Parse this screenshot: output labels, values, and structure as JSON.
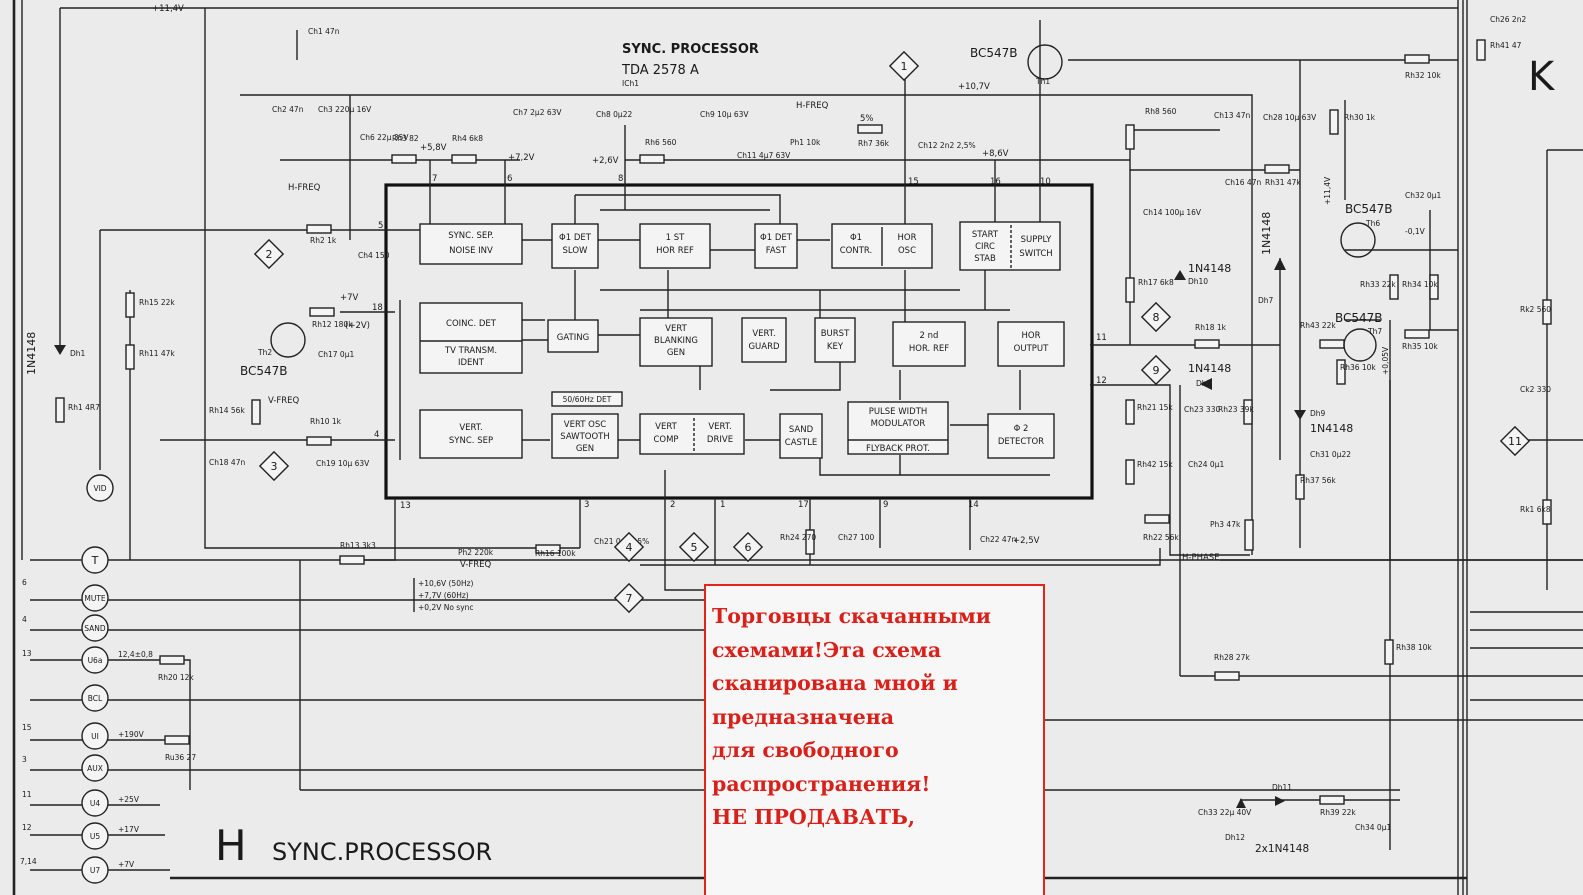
{
  "title": {
    "line1": "SYNC. PROCESSOR",
    "line2": "TDA 2578 A",
    "ic_ref": "ICh1"
  },
  "sheet": {
    "letter": "H",
    "name": "SYNC.PROCESSOR",
    "right_letter": "K"
  },
  "blocks": [
    [
      "SYNC. SEP.",
      "NOISE INV"
    ],
    [
      "Φ1 DET",
      "SLOW"
    ],
    [
      "1 ST",
      "HOR REF"
    ],
    [
      "Φ1 DET",
      "FAST"
    ],
    [
      "Φ1",
      "CONTR."
    ],
    [
      "HOR",
      "OSC"
    ],
    [
      "START",
      "CIRC",
      "STAB"
    ],
    [
      "SUPPLY",
      "SWITCH"
    ],
    [
      "COINC. DET",
      "TV TRANSM.",
      "IDENT"
    ],
    [
      "GATING"
    ],
    [
      "VERT",
      "BLANKING",
      "GEN"
    ],
    [
      "VERT.",
      "GUARD"
    ],
    [
      "BURST",
      "KEY"
    ],
    [
      "2 nd",
      "HOR. REF"
    ],
    [
      "HOR",
      "OUTPUT"
    ],
    [
      "50/60Hz DET"
    ],
    [
      "VERT.",
      "SYNC. SEP"
    ],
    [
      "VERT OSC",
      "SAWTOOTH",
      "GEN"
    ],
    [
      "VERT",
      "COMP"
    ],
    [
      "VERT.",
      "DRIVE"
    ],
    [
      "SAND",
      "CASTLE"
    ],
    [
      "PULSE WIDTH",
      "MODULATOR",
      "FLYBACK PROT."
    ],
    [
      "Φ 2",
      "DETECTOR"
    ]
  ],
  "pins": [
    "5",
    "7",
    "6",
    "8",
    "15",
    "16",
    "10",
    "18",
    "4",
    "13",
    "3",
    "2",
    "1",
    "17",
    "9",
    "14",
    "11",
    "12"
  ],
  "voltages": [
    "+11,4V",
    "+5,8V",
    "+7,2V",
    "+2,6V",
    "+8,6V",
    "+10,7V",
    "+7V",
    "(+2V)",
    "+2,5V",
    "-0,1V",
    "+0,05V",
    "+11,4V"
  ],
  "components": [
    "Ch1 47n",
    "Ch2 47n",
    "Ch3 220µ 16V",
    "Ch6 22µ 35V",
    "Rh3 82",
    "Rh4 6k8",
    "Ch7 2µ2 63V",
    "Ch8 0µ22",
    "Ch9 10µ 63V",
    "Rh6 560",
    "Ch11 4µ7 63V",
    "Ph1 10k",
    "Rh7 36k",
    "Ch12 2n2 2,5%",
    "Rh2 1k",
    "Ch4 150",
    "Rh15 22k",
    "Rh11 47k",
    "Rh12 180k",
    "Ch17 0µ1",
    "Rh1 4R7",
    "Rh14 56k",
    "Rh10 1k",
    "Ch18 47n",
    "Ch19 10µ 63V",
    "Rh13 3k3",
    "Ph2 220k",
    "Rh16 100k",
    "Ch21 0µ68 5%",
    "Rh24 270",
    "Ch27 100",
    "Ch22 47n",
    "Rh8 560",
    "Ch13 47n",
    "Ch14 100µ 16V",
    "Ch16 47n",
    "Rh31 47k",
    "Ch28 10µ 63V",
    "Rh32 10k",
    "Rh30 1k",
    "Ch32 0µ1",
    "Rh17 6k8",
    "Rh18 1k",
    "Rh21 15k",
    "Ch23 330",
    "Rh23 39k",
    "Rh42 15k",
    "Ch24 0µ1",
    "Rh22 56k",
    "Ph3 47k",
    "Rh43 22k",
    "Rh33 22k",
    "Rh34 10k",
    "Rh36 10k",
    "Rh35 10k",
    "Ch31 0µ22",
    "Rh37 56k",
    "Rh28 27k",
    "Rh38 10k",
    "Rh20 12k",
    "Ru36 27",
    "Ch33 22µ 40V",
    "Rh39 22k",
    "Ch34 0µ1",
    "Ch26 2n2",
    "Rh41 47",
    "Rk2 560",
    "Ck2 330",
    "Rk1 6k8"
  ],
  "semis": [
    "BC547B",
    "Th1",
    "BC547B",
    "Th2",
    "BC547B",
    "Th6",
    "BC547B",
    "Th7",
    "1N4148",
    "Dh1",
    "1N4148",
    "Dh10",
    "1N4148",
    "Dh2",
    "1N4148",
    "Dh7",
    "1N4148",
    "Dh9",
    "Dh11",
    "Dh12",
    "2x1N4148"
  ],
  "labels": [
    "H-FREQ",
    "H-FREQ",
    "5%",
    "V-FREQ",
    "V-FREQ",
    "H-PHASE",
    "12,4±0,8",
    "+190V",
    "+25V",
    "+17V",
    "+7V"
  ],
  "freq_note": [
    "+10,6V (50Hz)",
    "+7,7V (60Hz)",
    "+0,2V  No sync"
  ],
  "connectors": [
    "VID",
    "T",
    "MUTE",
    "SAND",
    "U6a",
    "BCL",
    "UI",
    "AUX",
    "U4",
    "U5",
    "U7"
  ],
  "connector_pins": [
    "6",
    "4",
    "13",
    "15",
    "3",
    "11",
    "12",
    "7,14"
  ],
  "markers": [
    "1",
    "2",
    "3",
    "4",
    "5",
    "6",
    "7",
    "8",
    "9",
    "11"
  ],
  "notice": [
    "Торговцы скачанными",
    "схемами!Эта схема",
    "сканирована мной и",
    "предназначена",
    " для свободного",
    "распространения!",
    "НЕ ПРОДАВАТЬ,"
  ]
}
